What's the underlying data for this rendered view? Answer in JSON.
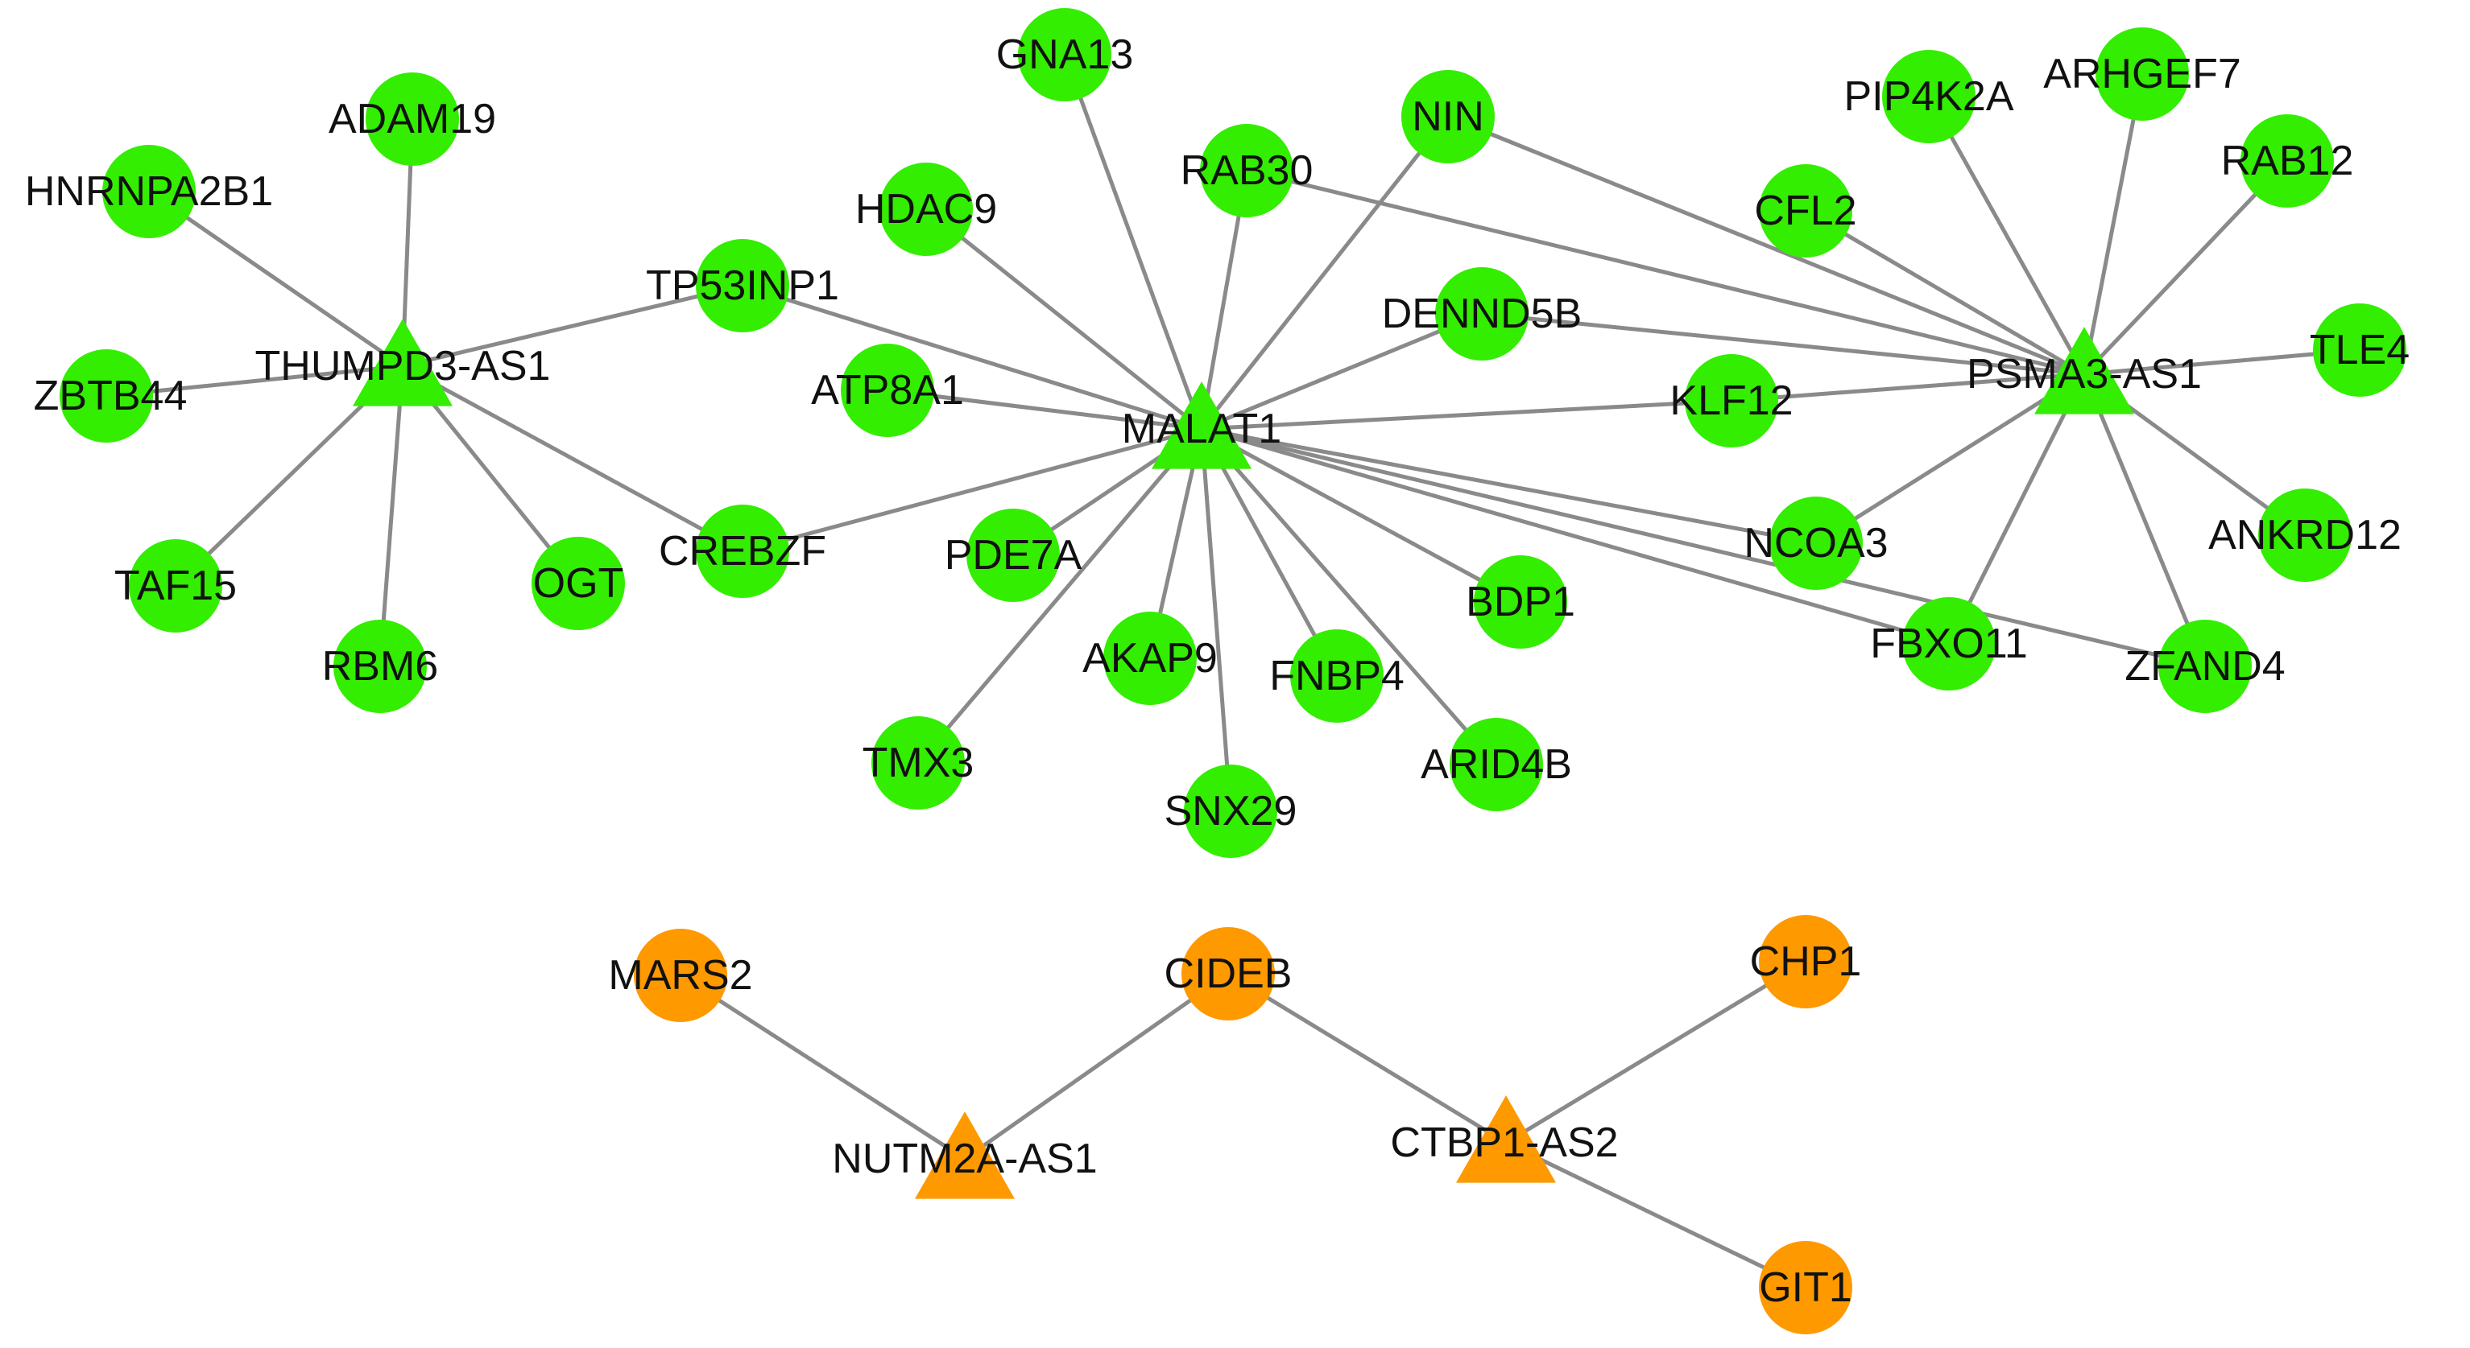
{
  "colors": {
    "green": "#33ee00",
    "orange": "#ff9900",
    "edge": "#8a8a8a",
    "label": "#111111",
    "background": "#ffffff"
  },
  "nodes": [
    {
      "id": "THUMPD3-AS1",
      "label": "THUMPD3-AS1",
      "shape": "triangle",
      "group": "green"
    },
    {
      "id": "MALAT1",
      "label": "MALAT1",
      "shape": "triangle",
      "group": "green"
    },
    {
      "id": "PSMA3-AS1",
      "label": "PSMA3-AS1",
      "shape": "triangle",
      "group": "green"
    },
    {
      "id": "NUTM2A-AS1",
      "label": "NUTM2A-AS1",
      "shape": "triangle",
      "group": "orange"
    },
    {
      "id": "CTBP1-AS2",
      "label": "CTBP1-AS2",
      "shape": "triangle",
      "group": "orange"
    },
    {
      "id": "ADAM19",
      "label": "ADAM19",
      "shape": "circle",
      "group": "green"
    },
    {
      "id": "HNRNPA2B1",
      "label": "HNRNPA2B1",
      "shape": "circle",
      "group": "green"
    },
    {
      "id": "ZBTB44",
      "label": "ZBTB44",
      "shape": "circle",
      "group": "green"
    },
    {
      "id": "TAF15",
      "label": "TAF15",
      "shape": "circle",
      "group": "green"
    },
    {
      "id": "RBM6",
      "label": "RBM6",
      "shape": "circle",
      "group": "green"
    },
    {
      "id": "OGT",
      "label": "OGT",
      "shape": "circle",
      "group": "green"
    },
    {
      "id": "TP53INP1",
      "label": "TP53INP1",
      "shape": "circle",
      "group": "green"
    },
    {
      "id": "CREBZF",
      "label": "CREBZF",
      "shape": "circle",
      "group": "green"
    },
    {
      "id": "GNA13",
      "label": "GNA13",
      "shape": "circle",
      "group": "green"
    },
    {
      "id": "HDAC9",
      "label": "HDAC9",
      "shape": "circle",
      "group": "green"
    },
    {
      "id": "RAB30",
      "label": "RAB30",
      "shape": "circle",
      "group": "green"
    },
    {
      "id": "NIN",
      "label": "NIN",
      "shape": "circle",
      "group": "green"
    },
    {
      "id": "ATP8A1",
      "label": "ATP8A1",
      "shape": "circle",
      "group": "green"
    },
    {
      "id": "DENND5B",
      "label": "DENND5B",
      "shape": "circle",
      "group": "green"
    },
    {
      "id": "PDE7A",
      "label": "PDE7A",
      "shape": "circle",
      "group": "green"
    },
    {
      "id": "AKAP9",
      "label": "AKAP9",
      "shape": "circle",
      "group": "green"
    },
    {
      "id": "FNBP4",
      "label": "FNBP4",
      "shape": "circle",
      "group": "green"
    },
    {
      "id": "BDP1",
      "label": "BDP1",
      "shape": "circle",
      "group": "green"
    },
    {
      "id": "TMX3",
      "label": "TMX3",
      "shape": "circle",
      "group": "green"
    },
    {
      "id": "SNX29",
      "label": "SNX29",
      "shape": "circle",
      "group": "green"
    },
    {
      "id": "ARID4B",
      "label": "ARID4B",
      "shape": "circle",
      "group": "green"
    },
    {
      "id": "KLF12",
      "label": "KLF12",
      "shape": "circle",
      "group": "green"
    },
    {
      "id": "NCOA3",
      "label": "NCOA3",
      "shape": "circle",
      "group": "green"
    },
    {
      "id": "FBXO11",
      "label": "FBXO11",
      "shape": "circle",
      "group": "green"
    },
    {
      "id": "ZFAND4",
      "label": "ZFAND4",
      "shape": "circle",
      "group": "green"
    },
    {
      "id": "CFL2",
      "label": "CFL2",
      "shape": "circle",
      "group": "green"
    },
    {
      "id": "PIP4K2A",
      "label": "PIP4K2A",
      "shape": "circle",
      "group": "green"
    },
    {
      "id": "ARHGEF7",
      "label": "ARHGEF7",
      "shape": "circle",
      "group": "green"
    },
    {
      "id": "RAB12",
      "label": "RAB12",
      "shape": "circle",
      "group": "green"
    },
    {
      "id": "TLE4",
      "label": "TLE4",
      "shape": "circle",
      "group": "green"
    },
    {
      "id": "ANKRD12",
      "label": "ANKRD12",
      "shape": "circle",
      "group": "green"
    },
    {
      "id": "MARS2",
      "label": "MARS2",
      "shape": "circle",
      "group": "orange"
    },
    {
      "id": "CIDEB",
      "label": "CIDEB",
      "shape": "circle",
      "group": "orange"
    },
    {
      "id": "CHP1",
      "label": "CHP1",
      "shape": "circle",
      "group": "orange"
    },
    {
      "id": "GIT1",
      "label": "GIT1",
      "shape": "circle",
      "group": "orange"
    }
  ],
  "edges": [
    [
      "THUMPD3-AS1",
      "ADAM19"
    ],
    [
      "THUMPD3-AS1",
      "HNRNPA2B1"
    ],
    [
      "THUMPD3-AS1",
      "ZBTB44"
    ],
    [
      "THUMPD3-AS1",
      "TAF15"
    ],
    [
      "THUMPD3-AS1",
      "RBM6"
    ],
    [
      "THUMPD3-AS1",
      "OGT"
    ],
    [
      "THUMPD3-AS1",
      "TP53INP1"
    ],
    [
      "THUMPD3-AS1",
      "CREBZF"
    ],
    [
      "MALAT1",
      "TP53INP1"
    ],
    [
      "MALAT1",
      "CREBZF"
    ],
    [
      "MALAT1",
      "GNA13"
    ],
    [
      "MALAT1",
      "HDAC9"
    ],
    [
      "MALAT1",
      "RAB30"
    ],
    [
      "MALAT1",
      "NIN"
    ],
    [
      "MALAT1",
      "ATP8A1"
    ],
    [
      "MALAT1",
      "DENND5B"
    ],
    [
      "MALAT1",
      "PDE7A"
    ],
    [
      "MALAT1",
      "AKAP9"
    ],
    [
      "MALAT1",
      "FNBP4"
    ],
    [
      "MALAT1",
      "BDP1"
    ],
    [
      "MALAT1",
      "TMX3"
    ],
    [
      "MALAT1",
      "SNX29"
    ],
    [
      "MALAT1",
      "ARID4B"
    ],
    [
      "MALAT1",
      "KLF12"
    ],
    [
      "MALAT1",
      "NCOA3"
    ],
    [
      "MALAT1",
      "FBXO11"
    ],
    [
      "MALAT1",
      "ZFAND4"
    ],
    [
      "PSMA3-AS1",
      "RAB30"
    ],
    [
      "PSMA3-AS1",
      "NIN"
    ],
    [
      "PSMA3-AS1",
      "DENND5B"
    ],
    [
      "PSMA3-AS1",
      "KLF12"
    ],
    [
      "PSMA3-AS1",
      "CFL2"
    ],
    [
      "PSMA3-AS1",
      "PIP4K2A"
    ],
    [
      "PSMA3-AS1",
      "ARHGEF7"
    ],
    [
      "PSMA3-AS1",
      "RAB12"
    ],
    [
      "PSMA3-AS1",
      "TLE4"
    ],
    [
      "PSMA3-AS1",
      "ANKRD12"
    ],
    [
      "PSMA3-AS1",
      "NCOA3"
    ],
    [
      "PSMA3-AS1",
      "FBXO11"
    ],
    [
      "PSMA3-AS1",
      "ZFAND4"
    ],
    [
      "NUTM2A-AS1",
      "MARS2"
    ],
    [
      "NUTM2A-AS1",
      "CIDEB"
    ],
    [
      "CTBP1-AS2",
      "CIDEB"
    ],
    [
      "CTBP1-AS2",
      "CHP1"
    ],
    [
      "CTBP1-AS2",
      "GIT1"
    ]
  ]
}
